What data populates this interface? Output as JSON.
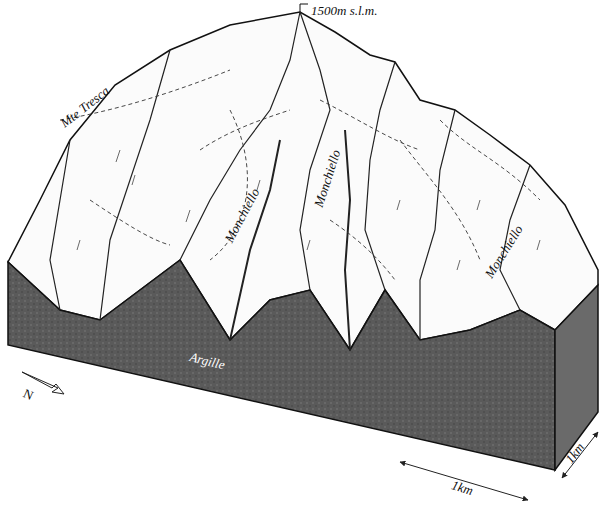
{
  "diagram": {
    "labels": [
      "1500m s.l.m.",
      "Mte Tresca",
      "Monchiello",
      "Monchiello",
      "Monchiello",
      "Argille",
      "1km",
      "1km",
      "N"
    ]
  }
}
